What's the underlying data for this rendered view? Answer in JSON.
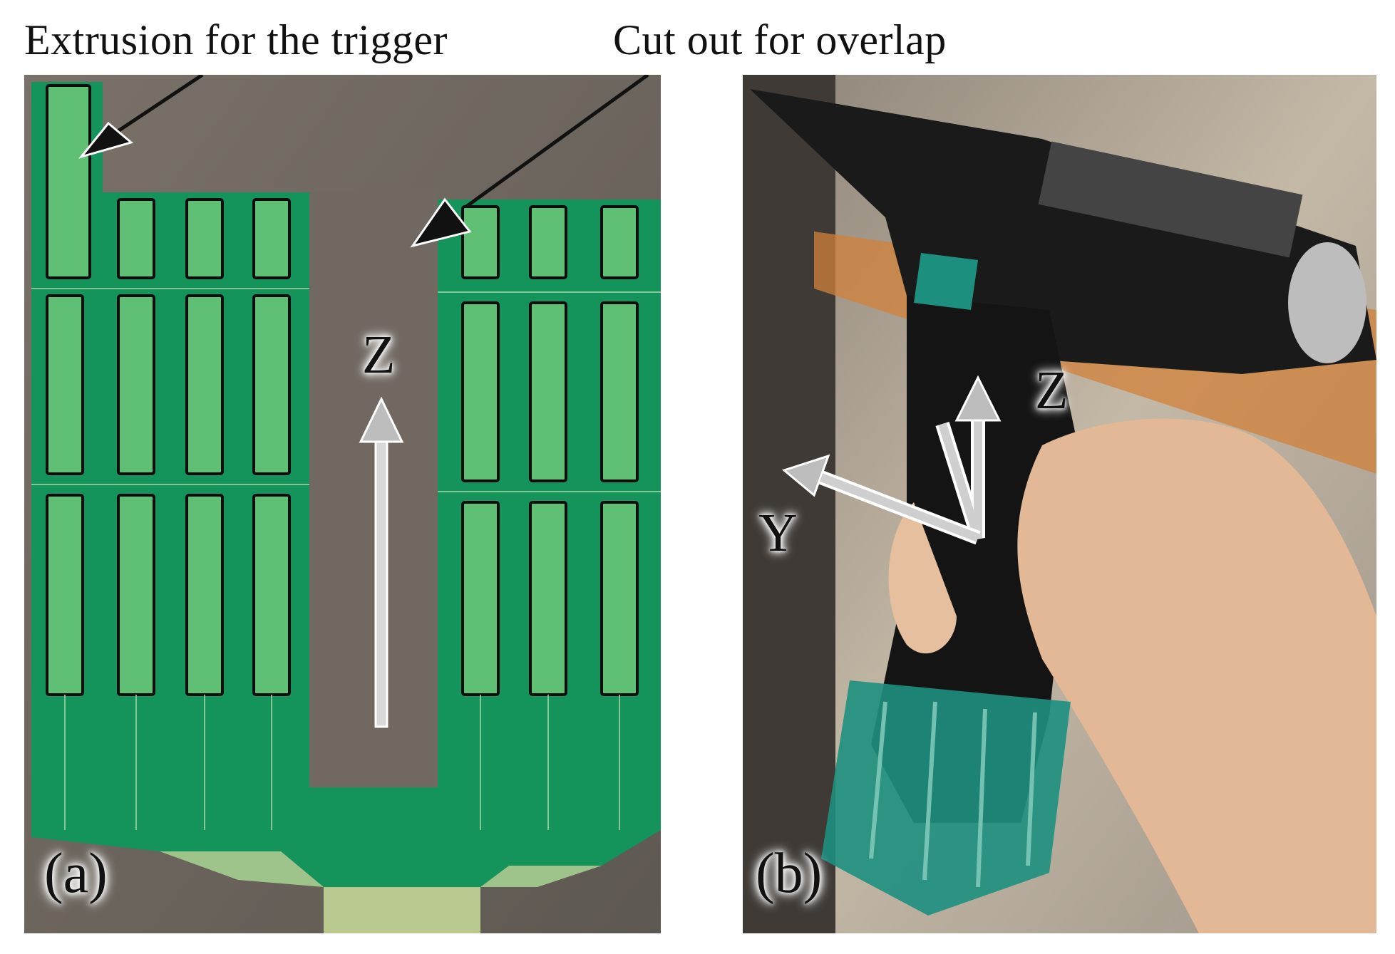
{
  "captions": {
    "left": "Extrusion for the trigger",
    "right": "Cut out for overlap"
  },
  "panels": {
    "a": {
      "label": "(a)",
      "axis_z": "Z"
    },
    "b": {
      "label": "(b)",
      "axis_z": "Z",
      "axis_y": "Y"
    }
  },
  "colors": {
    "pcb_green": "#14935a",
    "pad_green": "#5fbf74",
    "backing_gray": "#6e6760",
    "tool_black": "#1a1a1a",
    "skin": "#e2b896",
    "arrow_gray": "#c8c8c8"
  }
}
